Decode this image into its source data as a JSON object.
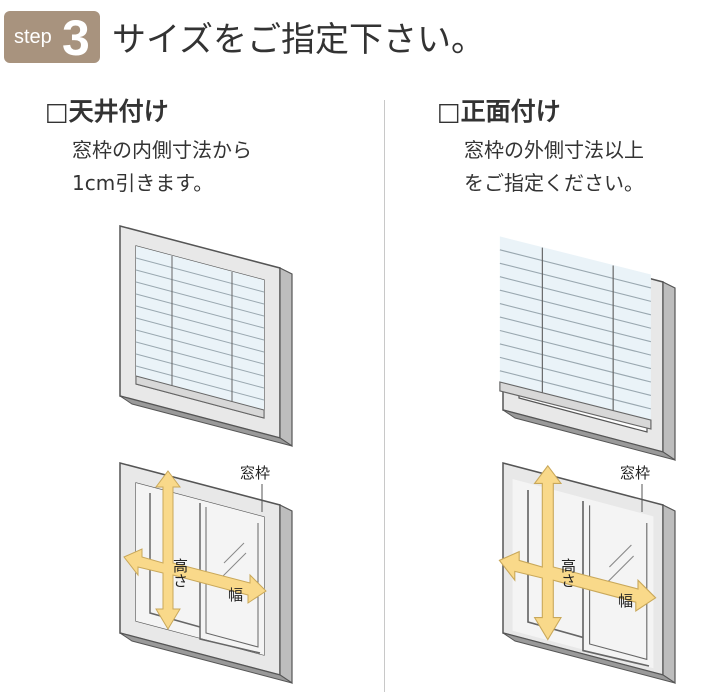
{
  "header": {
    "step_label": "step",
    "step_number": "3",
    "title": "サイズをご指定下さい。"
  },
  "left": {
    "heading": "□天井付け",
    "lines": [
      "窓枠の内側寸法から",
      "1cm引きます。"
    ]
  },
  "right": {
    "heading": "□正面付け",
    "lines": [
      "窓枠の外側寸法以上",
      "をご指定ください。"
    ]
  },
  "diagram_labels": {
    "frame": "窓枠",
    "height": "高さ",
    "width": "幅"
  },
  "colors": {
    "badge": "#a8937e",
    "arrow": "#f9d98a",
    "frame": "#e6e6e6"
  }
}
